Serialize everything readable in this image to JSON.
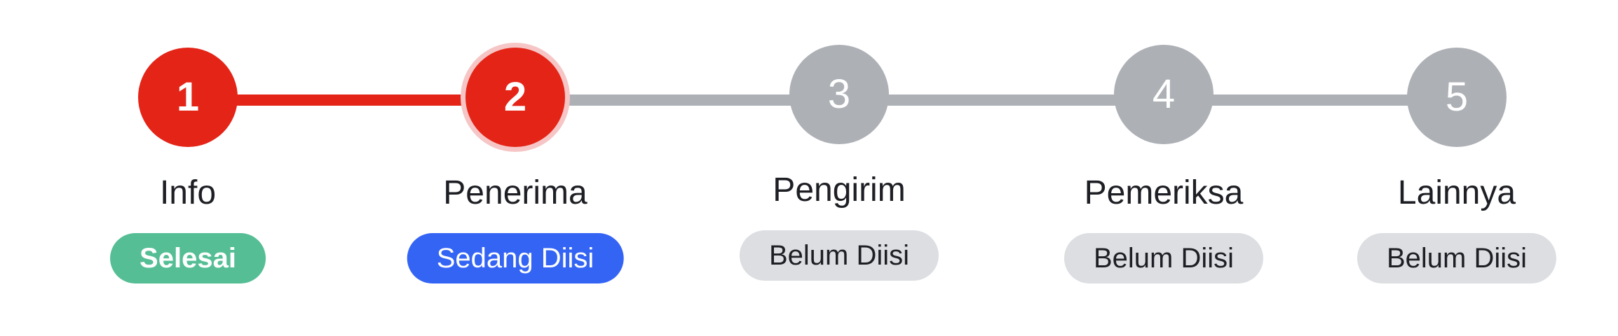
{
  "steps": [
    {
      "number": "1",
      "label": "Info",
      "status": "Selesai"
    },
    {
      "number": "2",
      "label": "Penerima",
      "status": "Sedang Diisi"
    },
    {
      "number": "3",
      "label": "Pengirim",
      "status": "Belum Diisi"
    },
    {
      "number": "4",
      "label": "Pemeriksa",
      "status": "Belum Diisi"
    },
    {
      "number": "5",
      "label": "Lainnya",
      "status": "Belum Diisi"
    }
  ],
  "colors": {
    "done": "#e42417",
    "pending": "#adb0b5",
    "badge_selesai": "#55be95",
    "badge_sedang": "#3464f4",
    "badge_belum": "#dcdee2"
  }
}
